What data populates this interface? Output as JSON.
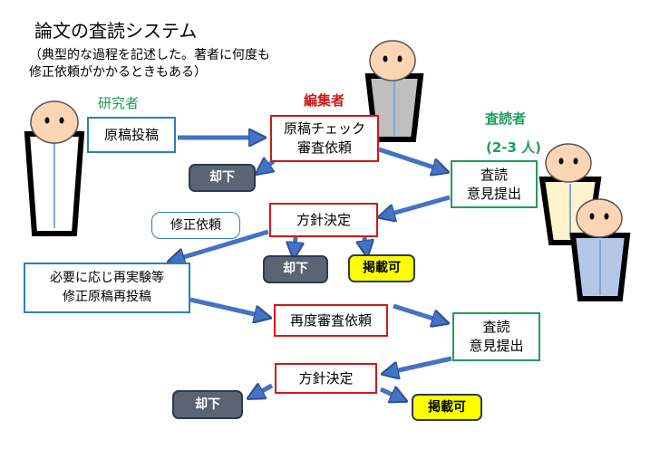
{
  "title": "論文の査読システム",
  "subtitle": "（典型的な過程を記述した。著者に何度も\n修正依頼がかかるときもある）",
  "roles": {
    "researcher": "研究者",
    "editor": "編集者",
    "reviewers": "査読者",
    "reviewer_count": "(2-3 人)"
  },
  "steps": {
    "submit": "原稿投稿",
    "check": "原稿チェック\n審査依頼",
    "review1": "査読\n意見提出",
    "decision1": "方針決定",
    "revision_note": "修正依頼",
    "resubmit": "必要に応じ再実験等\n修正原稿再投稿",
    "rereview_request": "再度審査依頼",
    "review2": "査読\n意見提出",
    "decision2": "方針決定"
  },
  "outcomes": {
    "reject1": "却下",
    "reject2": "却下",
    "accept2": "掲載可",
    "reject3": "却下",
    "accept3": "掲載可"
  },
  "colors": {
    "researcher": "#1f9e5a",
    "editor": "#d01818",
    "reviewers": "#1f9e5a",
    "arrow": "#4472c4"
  }
}
